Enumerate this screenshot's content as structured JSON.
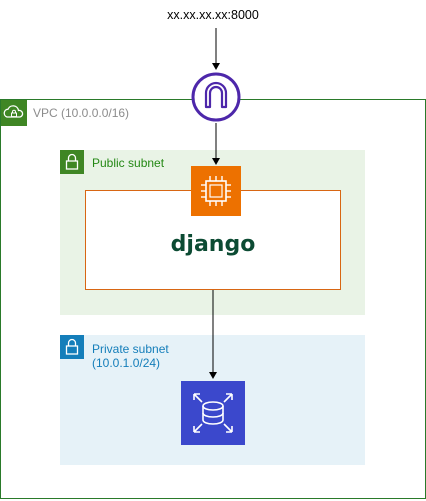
{
  "endpoint": {
    "label": "xx.xx.xx.xx:8000"
  },
  "vpc": {
    "label": "VPC (10.0.0.0/16)"
  },
  "public_subnet": {
    "label": "Public subnet"
  },
  "private_subnet": {
    "label": "Private subnet\n(10.0.1.0/24)"
  },
  "app": {
    "logo_text": "django"
  },
  "icons": {
    "vpc": "cloud-lock-icon",
    "public_subnet": "padlock-icon",
    "private_subnet": "padlock-icon",
    "internet_gateway": "internet-gateway-icon",
    "ec2": "ec2-instance-icon",
    "rds": "rds-database-icon"
  },
  "colors": {
    "vpc_border": "#2a7a2a",
    "public_subnet_bg": "#e9f3e6",
    "public_subnet_text": "#248814",
    "private_subnet_bg": "#e6f2f8",
    "private_subnet_text": "#147eba",
    "ec2": "#ed7100",
    "rds": "#3b48cc",
    "igw": "#4d27aa",
    "django": "#0c4b33"
  }
}
